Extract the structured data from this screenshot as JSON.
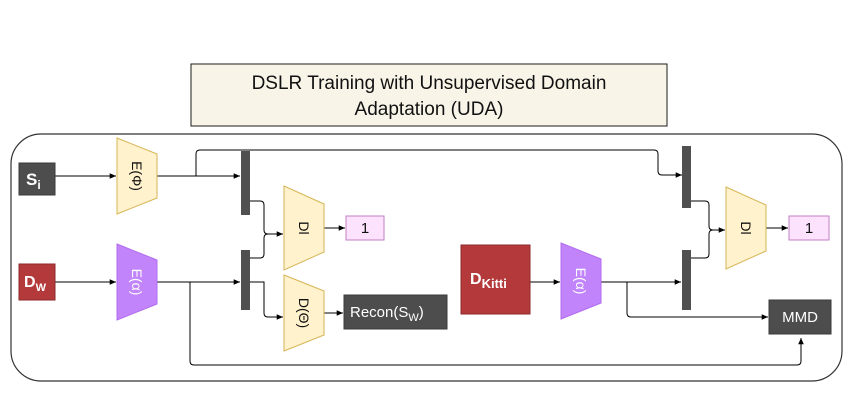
{
  "title": {
    "line1": "DSLR Training with Unsupervised Domain",
    "line2": "Adaptation (UDA)"
  },
  "inputs": {
    "si": {
      "main": "S",
      "sub": "i"
    },
    "dw": {
      "main": "D",
      "sub": "W"
    },
    "dkitti": {
      "main": "D",
      "sub": "Kitti"
    }
  },
  "encoders": {
    "e_phi": "E(Φ)",
    "e_alpha_left": "E(α)",
    "e_alpha_right": "E(α)"
  },
  "discriminators": {
    "dl_left": "Dl",
    "dl_right": "Dl"
  },
  "decoder": "D(Θ)",
  "outputs": {
    "one_left": "1",
    "one_right": "1",
    "recon": {
      "main": "Recon(S",
      "sub": "W",
      "close": ")"
    },
    "mmd": "MMD"
  },
  "colors": {
    "title_fill": "#f8f5e8",
    "encoder_yellow": "#fff2cc",
    "encoder_yellow_stroke": "#d6b656",
    "encoder_purple": "#c184fa",
    "encoder_purple_stroke": "#b36cf0",
    "input_gray": "#4d4d4d",
    "input_red": "#b3393b",
    "output_pink": "#fce2fc",
    "output_pink_stroke": "#c280c2",
    "bar_gray": "#505050"
  }
}
